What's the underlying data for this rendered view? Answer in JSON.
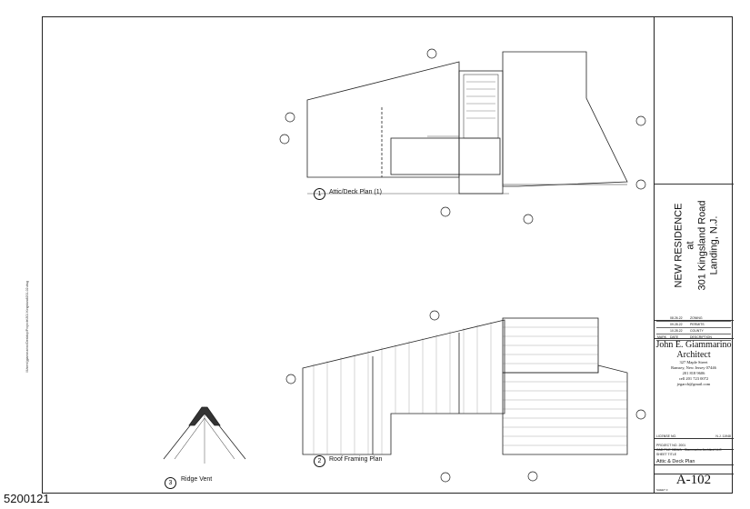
{
  "listing_id": "5200121",
  "file_path_text": "\\\\Users\\jgiammarino\\Desktop\\Projects\\301 Kingsland\\201-02.dwg",
  "title_block": {
    "project_line1": "NEW RESIDENCE",
    "project_line2": "at",
    "project_line3": "301 Kingsland Road",
    "project_line4": "Landing, N.J.",
    "revisions": [
      {
        "mark": "",
        "date": "08.26.22",
        "desc": "ZONING"
      },
      {
        "mark": "",
        "date": "09.28.22",
        "desc": "PERMITS"
      },
      {
        "mark": "",
        "date": "10.28.22",
        "desc": "COUNTY"
      }
    ],
    "rev_header": {
      "mark": "MARK",
      "date": "DATE",
      "desc": "DESCRIPTION"
    },
    "architect_name": "John E. Giammarino",
    "architect_title": "Architect",
    "address1": "327 Maple Street",
    "address2": "Ramsey, New Jersey 07446",
    "phone1": "201 818 9606",
    "phone2": "cell 201 723 0072",
    "email": "jegarch@gmail.com",
    "license_label": "LICENSE NO.",
    "license_value": "N.J. 11948",
    "project_no_label": "PROJECT NO.",
    "project_no": "2001",
    "cad_label": "CAD FILE",
    "cad_file": "0804/A - Giammarino Architect LLC",
    "sheet_title_label": "SHEET TITLE",
    "sheet_title": "Attic & Deck Plan",
    "sheet_number": "A-102",
    "sheet_label": "SHEET 3"
  },
  "views": [
    {
      "num": "1",
      "label": "Attic/Deck Plan (1)"
    },
    {
      "num": "2",
      "label": "Roof Framing Plan"
    },
    {
      "num": "3",
      "label": "Ridge Vent"
    }
  ]
}
